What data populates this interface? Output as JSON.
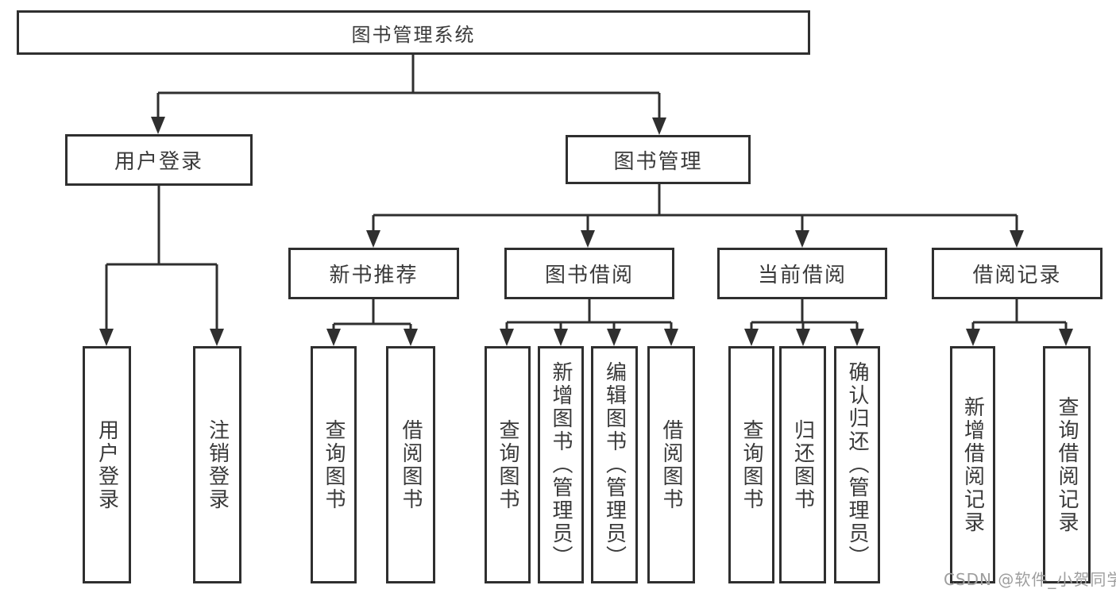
{
  "diagram_title": "图书管理系统",
  "watermark": "CSDN @软件_小贺同学",
  "colors": {
    "line": "#2f2f2f",
    "box_border": "#2f2f2f",
    "text": "#3a3a3a",
    "background": "#ffffff",
    "watermark": "#9e9e9e"
  },
  "tree": {
    "label": "图书管理系统",
    "children": [
      {
        "label": "用户登录",
        "children": [
          {
            "label": "用户登录"
          },
          {
            "label": "注销登录"
          }
        ]
      },
      {
        "label": "图书管理",
        "children": [
          {
            "label": "新书推荐",
            "children": [
              {
                "label": "查询图书"
              },
              {
                "label": "借阅图书"
              }
            ]
          },
          {
            "label": "图书借阅",
            "children": [
              {
                "label": "查询图书"
              },
              {
                "label": "新增图书（管理员）"
              },
              {
                "label": "编辑图书（管理员）"
              },
              {
                "label": "借阅图书"
              }
            ]
          },
          {
            "label": "当前借阅",
            "children": [
              {
                "label": "查询图书"
              },
              {
                "label": "归还图书"
              },
              {
                "label": "确认归还（管理员）"
              }
            ]
          },
          {
            "label": "借阅记录",
            "children": [
              {
                "label": "新增借阅记录"
              },
              {
                "label": "查询借阅记录"
              }
            ]
          }
        ]
      }
    ]
  }
}
